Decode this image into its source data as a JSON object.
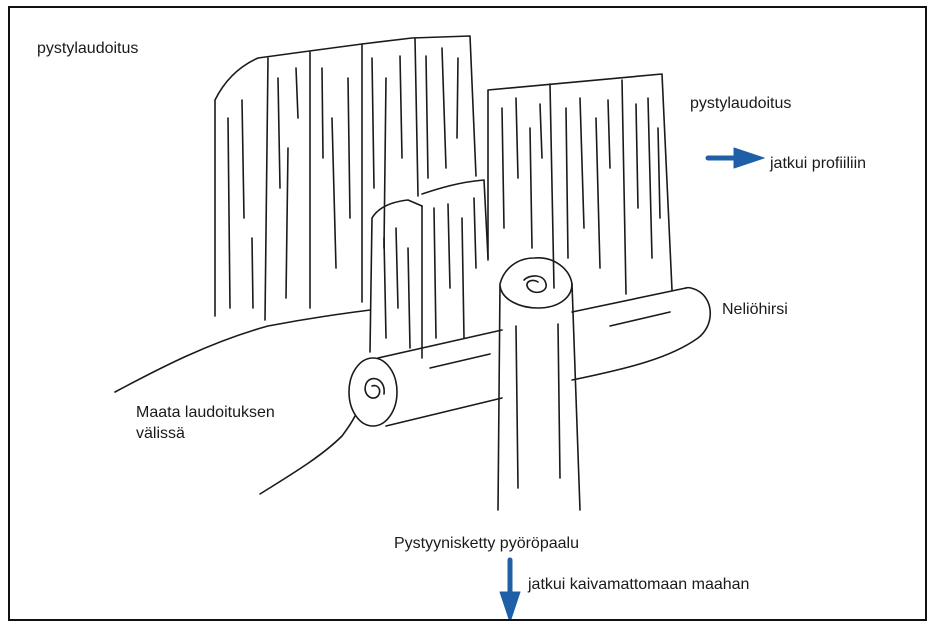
{
  "labels": {
    "vertical_boarding_left": "pystylaudoitus",
    "vertical_boarding_right": "pystylaudoitus",
    "continued_into_profile": "jatkui profiiliin",
    "square_log": "Neliöhirsi",
    "soil_between_boards_line1": "Maata laudoituksen",
    "soil_between_boards_line2": "välissä",
    "vertical_round_pile": "Pystyynisketty pyöröpaalu",
    "continued_into_ground": "jatkui kaivamattomaan maahan"
  },
  "colors": {
    "ink": "#1a1a1a",
    "arrow_blue": "#1f5fa8",
    "frame": "#111111",
    "background": "#ffffff"
  }
}
